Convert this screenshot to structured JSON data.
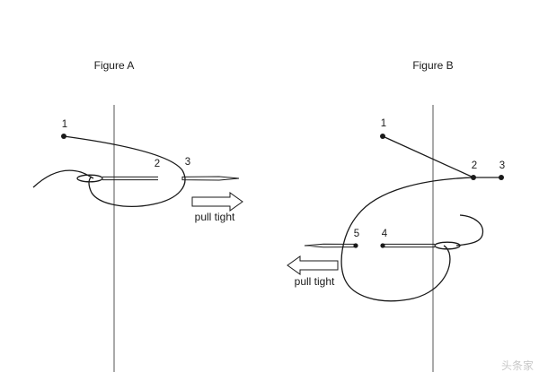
{
  "figure_a": {
    "title": "Figure A",
    "points": [
      "1",
      "2",
      "3"
    ],
    "arrow_label": "pull tight"
  },
  "figure_b": {
    "title": "Figure B",
    "points": [
      "1",
      "2",
      "3",
      "4",
      "5"
    ],
    "arrow_label": "pull tight"
  },
  "watermark": "头条家",
  "colors": {
    "ink": "#1a1a1a",
    "guide_line": "#555555",
    "background": "#ffffff",
    "watermark": "#c8c8c8"
  }
}
